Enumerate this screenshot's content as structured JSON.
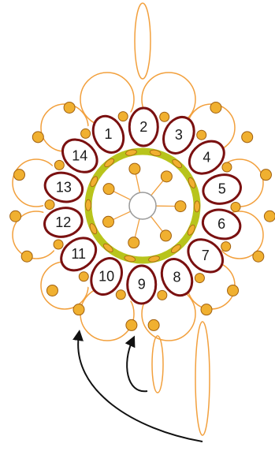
{
  "colors": {
    "thread": "#f2a03d",
    "ring_stroke": "#7a1010",
    "ring_fill": "#ffffff",
    "bead_fill": "#f0b030",
    "bead_stroke": "#a06010",
    "green_ring": "#b8c41c",
    "center_fill": "#ffffff",
    "center_stroke": "#9a9a9a",
    "arrow": "#111111",
    "background": "#ffffff"
  },
  "rings": [
    {
      "label": "1"
    },
    {
      "label": "2"
    },
    {
      "label": "3"
    },
    {
      "label": "4"
    },
    {
      "label": "5"
    },
    {
      "label": "6"
    },
    {
      "label": "7"
    },
    {
      "label": "8"
    },
    {
      "label": "9"
    },
    {
      "label": "10"
    },
    {
      "label": "11"
    },
    {
      "label": "12"
    },
    {
      "label": "13"
    },
    {
      "label": "14"
    }
  ],
  "arrows": [
    {
      "name": "long-curved-arrow"
    },
    {
      "name": "short-curved-arrow"
    }
  ]
}
